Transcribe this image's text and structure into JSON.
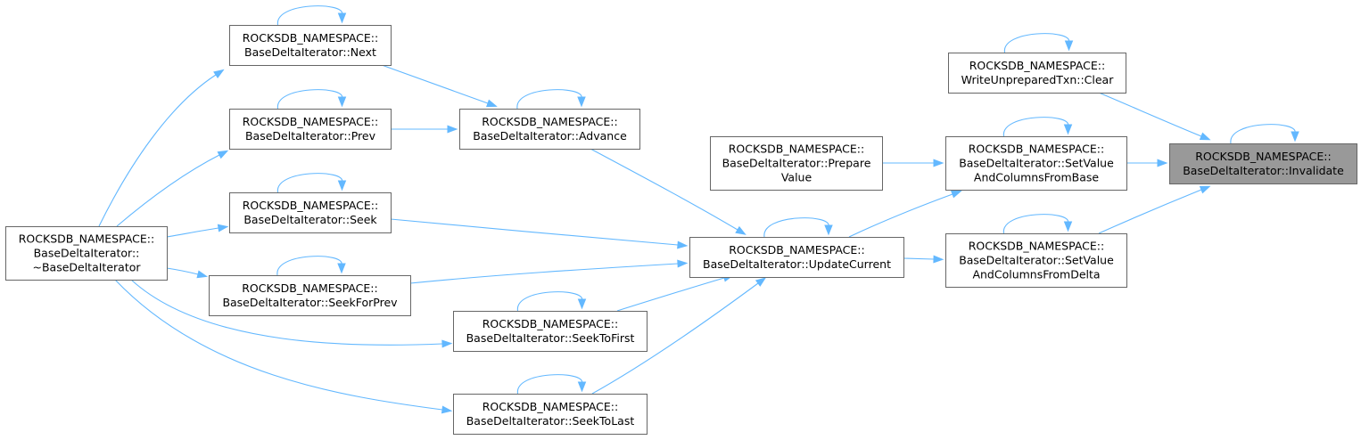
{
  "graph": {
    "accent_color": "#63b8ff",
    "nodes": [
      {
        "id": "invalidate",
        "lines": [
          "ROCKSDB_NAMESPACE::",
          "BaseDeltaIterator::Invalidate"
        ],
        "highlighted": true
      },
      {
        "id": "clear",
        "lines": [
          "ROCKSDB_NAMESPACE::",
          "WriteUnpreparedTxn::Clear"
        ]
      },
      {
        "id": "setfrombase",
        "lines": [
          "ROCKSDB_NAMESPACE::",
          "BaseDeltaIterator::SetValue",
          "AndColumnsFromBase"
        ]
      },
      {
        "id": "setfromdelta",
        "lines": [
          "ROCKSDB_NAMESPACE::",
          "BaseDeltaIterator::SetValue",
          "AndColumnsFromDelta"
        ]
      },
      {
        "id": "preparevalue",
        "lines": [
          "ROCKSDB_NAMESPACE::",
          "BaseDeltaIterator::Prepare",
          "Value"
        ]
      },
      {
        "id": "updatecurrent",
        "lines": [
          "ROCKSDB_NAMESPACE::",
          "BaseDeltaIterator::UpdateCurrent"
        ]
      },
      {
        "id": "advance",
        "lines": [
          "ROCKSDB_NAMESPACE::",
          "BaseDeltaIterator::Advance"
        ]
      },
      {
        "id": "next",
        "lines": [
          "ROCKSDB_NAMESPACE::",
          "BaseDeltaIterator::Next"
        ]
      },
      {
        "id": "prev",
        "lines": [
          "ROCKSDB_NAMESPACE::",
          "BaseDeltaIterator::Prev"
        ]
      },
      {
        "id": "seek",
        "lines": [
          "ROCKSDB_NAMESPACE::",
          "BaseDeltaIterator::Seek"
        ]
      },
      {
        "id": "seekforprev",
        "lines": [
          "ROCKSDB_NAMESPACE::",
          "BaseDeltaIterator::SeekForPrev"
        ]
      },
      {
        "id": "seektofirst",
        "lines": [
          "ROCKSDB_NAMESPACE::",
          "BaseDeltaIterator::SeekToFirst"
        ]
      },
      {
        "id": "seektolast",
        "lines": [
          "ROCKSDB_NAMESPACE::",
          "BaseDeltaIterator::SeekToLast"
        ]
      },
      {
        "id": "destructor",
        "lines": [
          "ROCKSDB_NAMESPACE::",
          "BaseDeltaIterator::",
          "~BaseDeltaIterator"
        ]
      }
    ],
    "edges": [
      {
        "from": "clear",
        "to": "invalidate"
      },
      {
        "from": "setfrombase",
        "to": "invalidate"
      },
      {
        "from": "setfromdelta",
        "to": "invalidate"
      },
      {
        "from": "preparevalue",
        "to": "setfrombase"
      },
      {
        "from": "updatecurrent",
        "to": "setfrombase"
      },
      {
        "from": "updatecurrent",
        "to": "setfromdelta"
      },
      {
        "from": "advance",
        "to": "updatecurrent"
      },
      {
        "from": "seek",
        "to": "updatecurrent"
      },
      {
        "from": "seekforprev",
        "to": "updatecurrent"
      },
      {
        "from": "seektofirst",
        "to": "updatecurrent"
      },
      {
        "from": "seektolast",
        "to": "updatecurrent"
      },
      {
        "from": "next",
        "to": "advance"
      },
      {
        "from": "prev",
        "to": "advance"
      },
      {
        "from": "destructor",
        "to": "next"
      },
      {
        "from": "destructor",
        "to": "prev"
      },
      {
        "from": "destructor",
        "to": "seek"
      },
      {
        "from": "destructor",
        "to": "seekforprev"
      },
      {
        "from": "destructor",
        "to": "seektofirst"
      },
      {
        "from": "destructor",
        "to": "seektolast"
      }
    ],
    "self_loops": [
      "invalidate",
      "clear",
      "setfrombase",
      "setfromdelta",
      "updatecurrent",
      "advance",
      "next",
      "prev",
      "seek",
      "seekforprev",
      "seektofirst",
      "seektolast"
    ]
  }
}
